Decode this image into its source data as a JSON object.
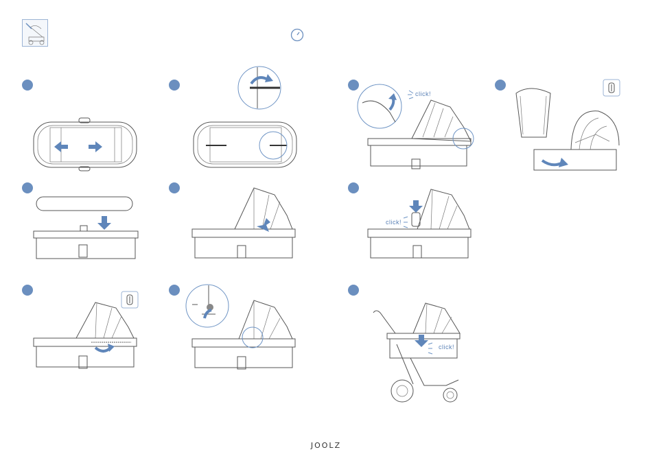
{
  "brand": "JOOLZ",
  "click_text": "click!",
  "header": {
    "product_icon": "stroller-product-thumbnail-icon",
    "timer_icon": "stopwatch-icon"
  },
  "steps": [
    {
      "id": 1,
      "icon": "cot-top-view-slide-icon"
    },
    {
      "id": 2,
      "icon": "cot-top-view-rotate-detail-icon"
    },
    {
      "id": 3,
      "icon": "hood-clip-detail-icon"
    },
    {
      "id": 4,
      "icon": "cot-liner-removal-icon"
    },
    {
      "id": 5,
      "icon": "mattress-insert-icon"
    },
    {
      "id": 6,
      "icon": "hood-attach-icon"
    },
    {
      "id": 7,
      "icon": "hood-click-lock-icon"
    },
    {
      "id": 8,
      "icon": "apron-zip-icon"
    },
    {
      "id": 9,
      "icon": "hood-release-detail-icon"
    },
    {
      "id": 10,
      "icon": "cot-on-chassis-click-icon"
    }
  ],
  "colors": {
    "accent": "#6b8fbf",
    "line": "#555555"
  }
}
